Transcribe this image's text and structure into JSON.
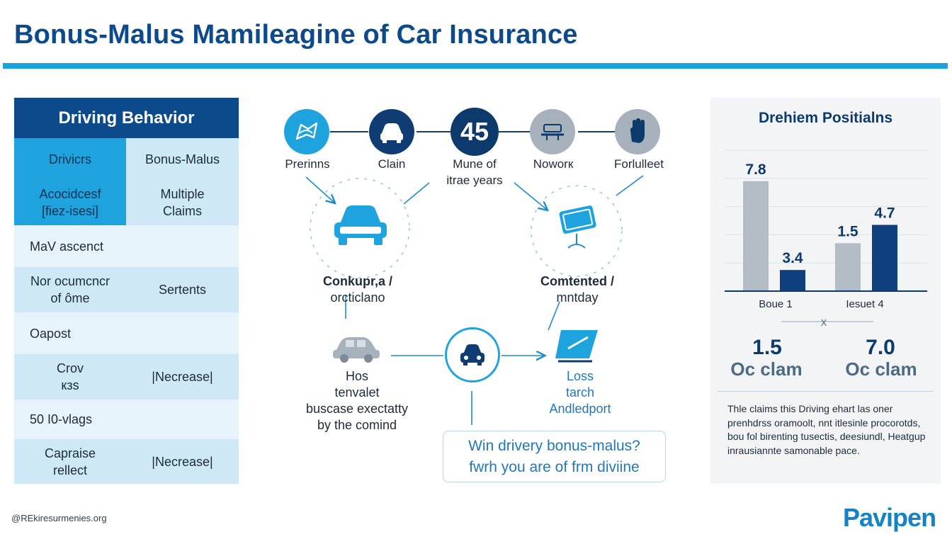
{
  "title": "Bonus-Malus Mamileagine of Car Insurance",
  "left_table": {
    "header": "Driving Behavior",
    "rows": [
      {
        "a": "Drivicrs",
        "b": "Bonus-Malus"
      },
      {
        "a": "Acocidcesf\n[fiez-isesi]",
        "b": "Multiple\nClaims"
      },
      {
        "a": "MaV ascenct",
        "b": ""
      },
      {
        "a": "Nor ocumcncr\nof ôme",
        "b": "Sertents"
      },
      {
        "a": "Oapost",
        "b": ""
      },
      {
        "a": "Crov\nкзѕ",
        "b": "|Necrease|"
      },
      {
        "a": "50 I0-vlags",
        "b": ""
      },
      {
        "a": "Capraise\nrellect",
        "b": "|Necrease|"
      }
    ]
  },
  "diagram": {
    "top_nodes": [
      {
        "label": "Prerinns",
        "icon": "route-map-icon"
      },
      {
        "label": "Clain",
        "icon": "car-front-icon"
      },
      {
        "label": "Mune of\nitrae years",
        "value": "45"
      },
      {
        "label": "Noworк",
        "icon": "vehicle-lift-icon"
      },
      {
        "label": "Forlulleet",
        "icon": "hand-stop-icon"
      }
    ],
    "mid_left": {
      "line1": "Conkupr,a /",
      "line2": "orcticlano"
    },
    "mid_right": {
      "line1": "Comtented /",
      "line2": "mntday"
    },
    "bottom_left": "Hos\ntenvalet\nbuscase exectatty\nby the comind",
    "bottom_right": "Loss\ntarch\nAndledport",
    "callout": {
      "line1": "Win drivery bonus-malus?",
      "line2": "fwrh you are of frm diviine"
    }
  },
  "right_panel": {
    "title": "Drehiem Positialns",
    "bottom_left_value": "1.5",
    "bottom_left_label": "Oc clam",
    "bottom_right_value": "7.0",
    "bottom_right_label": "Oc clam",
    "text": "Thle claims this Driving ehart las oner prenhdrss oramoolt, nnt itlesinle procorotds, bou fol birenting tusectis, deesiundl, Heatgup inrausiannte samonable pace."
  },
  "chart_data": {
    "type": "bar",
    "categories": [
      "Boue 1",
      "Iesuet 4"
    ],
    "series": [
      {
        "values": [
          7.8,
          3.4
        ]
      },
      {
        "values": [
          1.5,
          4.7
        ]
      }
    ],
    "data_labels": [
      "7.8",
      "3.4",
      "1.5",
      "4.7"
    ],
    "axis_note": "X",
    "ylim": [
      0,
      10
    ]
  },
  "colors": {
    "primary": "#0d4a8c",
    "accent": "#1aa3dd",
    "gray_bar": "#b4bcc6",
    "navy_bar": "#103f7f"
  },
  "footer": {
    "url": "@REkiresurmenies.org",
    "logo": "Pavipen"
  }
}
